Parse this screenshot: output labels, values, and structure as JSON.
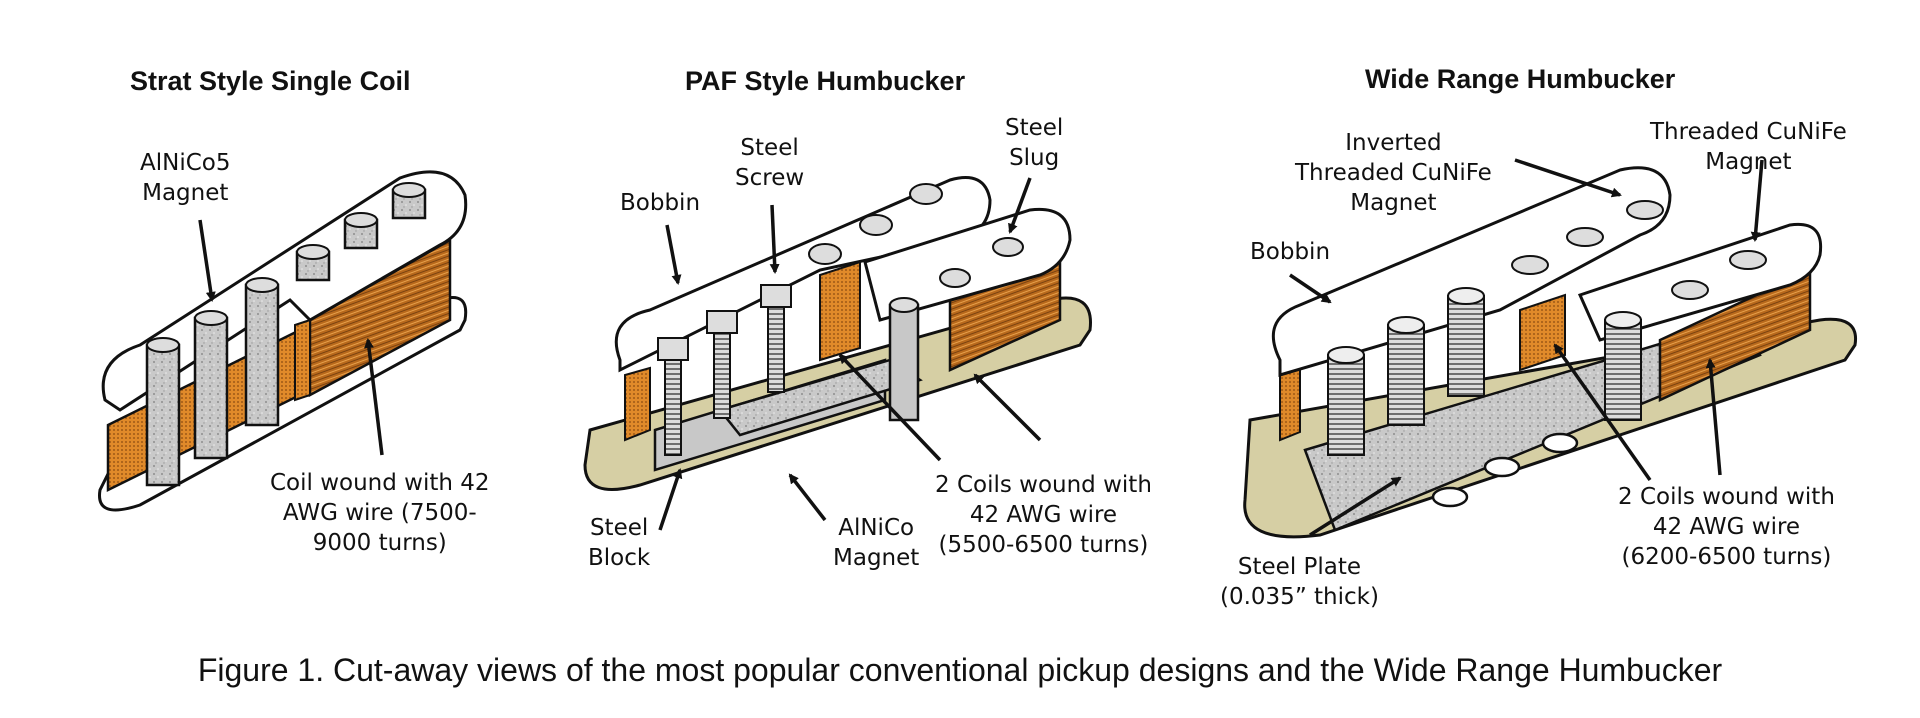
{
  "figure": {
    "caption": "Figure 1. Cut-away views of the most popular conventional pickup designs and the Wide Range Humbucker",
    "colors": {
      "coil_copper": "#b8691c",
      "coil_hatch": "#e08a2a",
      "baseplate": "#d6cfa4",
      "steel_gray": "#c8c8c8",
      "outline": "#111111"
    }
  },
  "panels": [
    {
      "title": "Strat Style Single Coil",
      "labels": [
        {
          "text": [
            "AlNiCo5",
            "Magnet"
          ]
        },
        {
          "text": [
            "Coil wound with 42",
            "AWG wire (7500-",
            "9000 turns)"
          ]
        }
      ]
    },
    {
      "title": "PAF Style Humbucker",
      "labels": [
        {
          "text": [
            "Bobbin"
          ]
        },
        {
          "text": [
            "Steel",
            "Screw"
          ]
        },
        {
          "text": [
            "Steel",
            "Slug"
          ]
        },
        {
          "text": [
            "Steel",
            "Block"
          ]
        },
        {
          "text": [
            "AlNiCo",
            "Magnet"
          ]
        },
        {
          "text": [
            "2 Coils wound with",
            "42 AWG wire",
            "(5500-6500 turns)"
          ]
        }
      ]
    },
    {
      "title": "Wide Range Humbucker",
      "labels": [
        {
          "text": [
            "Inverted",
            "Threaded CuNiFe",
            "Magnet"
          ]
        },
        {
          "text": [
            "Threaded CuNiFe",
            "Magnet"
          ]
        },
        {
          "text": [
            "Bobbin"
          ]
        },
        {
          "text": [
            "Steel Plate",
            "(0.035” thick)"
          ]
        },
        {
          "text": [
            "2 Coils wound with",
            "42 AWG wire",
            "(6200-6500 turns)"
          ]
        }
      ]
    }
  ]
}
